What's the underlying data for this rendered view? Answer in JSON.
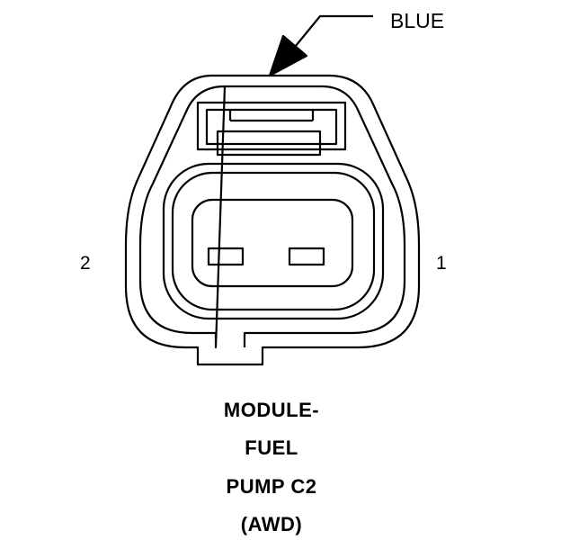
{
  "callout": {
    "color_label": "BLUE"
  },
  "pins": {
    "left_label": "2",
    "right_label": "1"
  },
  "caption": {
    "line1": "MODULE-",
    "line2": "FUEL",
    "line3": "PUMP C2",
    "line4": "(AWD)"
  },
  "colors": {
    "stroke": "#000000",
    "background": "#ffffff"
  }
}
